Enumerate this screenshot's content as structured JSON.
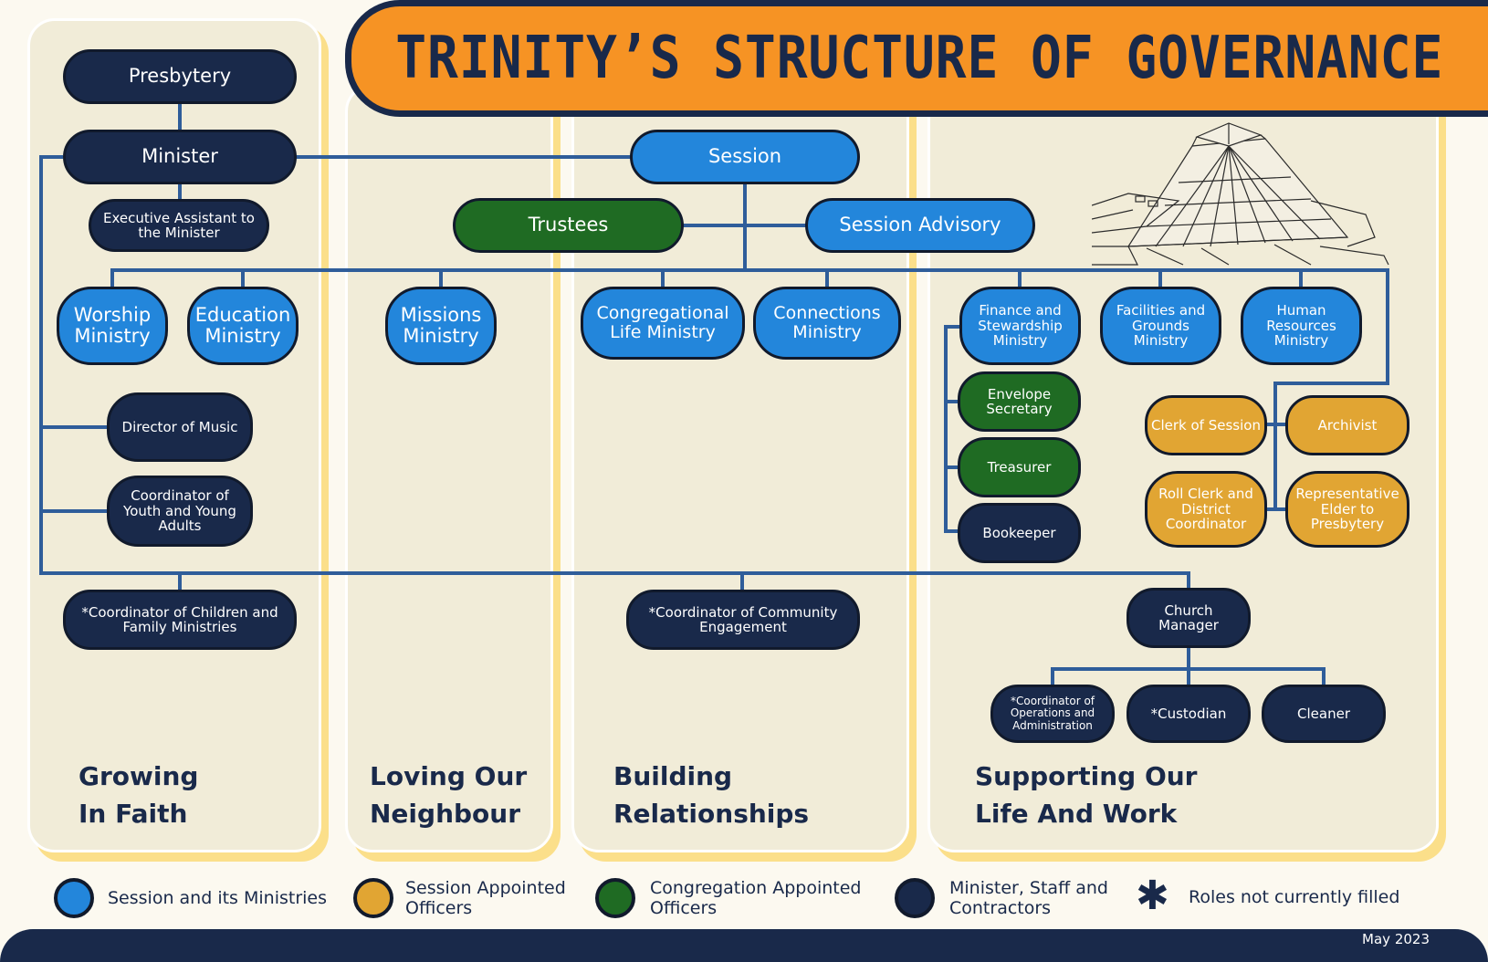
{
  "title": "TRINITY’S STRUCTURE OF GOVERNANCE",
  "nodes": {
    "presbytery": "Presbytery",
    "minister": "Minister",
    "exec_assistant": "Executive Assistant to the Minister",
    "session": "Session",
    "trustees": "Trustees",
    "session_advisory": "Session Advisory",
    "worship": "Worship Ministry",
    "education": "Education Ministry",
    "missions": "Missions Ministry",
    "congregational_life": "Congregational Life Ministry",
    "connections": "Connections Ministry",
    "finance": "Finance and Stewardship Ministry",
    "facilities": "Facilities and Grounds Ministry",
    "human_resources": "Human Resources Ministry",
    "director_music": "Director of Music",
    "coordinator_youth": "Coordinator of Youth and Young Adults",
    "coordinator_children": "*Coordinator of Children and Family Ministries",
    "coordinator_community": "*Coordinator of Community Engagement",
    "envelope_secretary": "Envelope Secretary",
    "treasurer": "Treasurer",
    "bookkeeper": "Bookeeper",
    "clerk_session": "Clerk of Session",
    "archivist": "Archivist",
    "roll_clerk": "Roll Clerk and District Coordinator",
    "rep_elder": "Representative Elder to Presbytery",
    "church_manager": "Church Manager",
    "coordinator_ops": "*Coordinator of Operations and Administration",
    "custodian": "*Custodian",
    "cleaner": "Cleaner"
  },
  "pillars": {
    "growing_1": "Growing",
    "growing_2": "In Faith",
    "loving_1": "Loving Our",
    "loving_2": "Neighbour",
    "building_1": "Building",
    "building_2": "Relationships",
    "supporting_1": "Supporting Our",
    "supporting_2": "Life And Work"
  },
  "legend": {
    "session": "Session and its Ministries",
    "session_officers": "Session Appointed Officers",
    "congregation_officers": "Congregation Appointed Officers",
    "staff": "Minister, Staff and Contractors",
    "unfilled": "Roles not currently filled",
    "unfilled_symbol": "✱"
  },
  "date": "May 2023",
  "colors": {
    "session": "#2386db",
    "session_officers": "#e1a533",
    "congregation_officers": "#1f6b23",
    "staff": "#19294a",
    "title_banner": "#f69324",
    "connector": "#2f5d9a"
  },
  "icons": {
    "church_sketch": "church-building-illustration"
  }
}
